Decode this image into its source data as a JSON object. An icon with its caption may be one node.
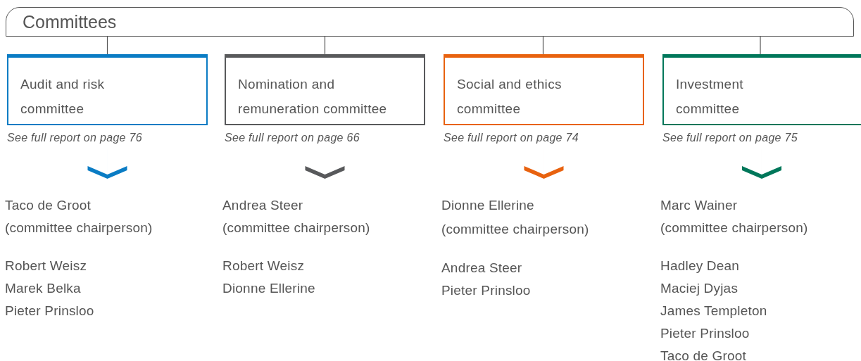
{
  "diagram": {
    "nodes": [
      {
        "text": [
          "Committees"
        ]
      },
      {
        "text": [
          "Audit and risk committee"
        ],
        "beside": [
          "See full report on page 76"
        ]
      },
      {
        "text": [
          "Nomination and remuneration committee"
        ],
        "beside": [
          "See full report on page 66"
        ]
      },
      {
        "text": [
          "Social and ethics committee"
        ],
        "beside": [
          "See full report on page 74"
        ]
      },
      {
        "text": [
          "Investment committee"
        ],
        "beside": [
          "See full report on page 75"
        ]
      },
      {
        "text": [
          "Taco de Groot",
          "(committee chairperson)",
          "Robert Weisz",
          "Marek Belka",
          "Pieter Prinsloo"
        ]
      },
      {
        "text": [
          "Andrea Steer",
          "(committee chairperson)",
          "Robert Weisz",
          "Dionne Ellerine"
        ]
      },
      {
        "text": [
          "Dionne Ellerine",
          "(committee chairperson)",
          "Andrea Steer",
          "Pieter Prinsloo"
        ]
      },
      {
        "text": [
          "Marc Wainer",
          "(committee chairperson)",
          "Hadley Dean",
          "Maciej Dyjas",
          "James Templeton",
          "Pieter Prinsloo",
          "Taco de Groot"
        ]
      }
    ],
    "edges": [
      {
        "from": 0,
        "to": 1,
        "arrow": "none"
      },
      {
        "from": 0,
        "to": 2,
        "arrow": "none"
      },
      {
        "from": 0,
        "to": 3,
        "arrow": "none"
      },
      {
        "from": 0,
        "to": 4,
        "arrow": "none"
      },
      {
        "from": 1,
        "to": 5,
        "arrow": "to",
        "color": "#0a7cc4"
      },
      {
        "from": 2,
        "to": 6,
        "arrow": "to",
        "color": "#58595b"
      },
      {
        "from": 3,
        "to": 7,
        "arrow": "to",
        "color": "#e8620f"
      },
      {
        "from": 4,
        "to": 8,
        "arrow": "to",
        "color": "#00775a"
      }
    ]
  }
}
